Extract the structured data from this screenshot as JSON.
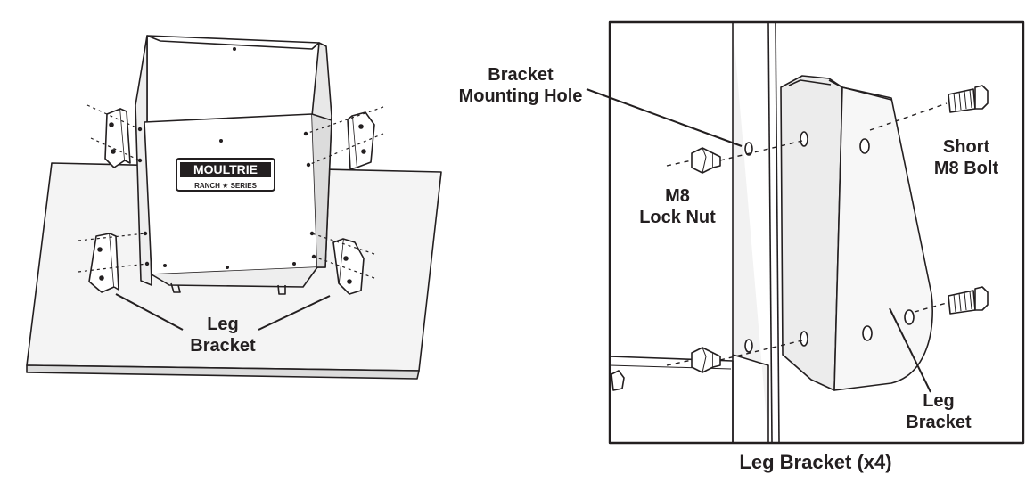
{
  "left_figure": {
    "logo_text": "MOULTRIE",
    "logo_subtext": "RANCH ★ SERIES",
    "label_leg_bracket": [
      "Leg",
      "Bracket"
    ]
  },
  "right_figure": {
    "label_mounting_hole": [
      "Bracket",
      "Mounting Hole"
    ],
    "label_lock_nut": [
      "M8",
      "Lock Nut"
    ],
    "label_short_bolt": [
      "Short",
      "M8 Bolt"
    ],
    "label_leg_bracket": [
      "Leg",
      "Bracket"
    ],
    "caption": "Leg Bracket (x4)"
  },
  "colors": {
    "line": "#231f20",
    "fill_light": "#f2f2f2",
    "fill_mid": "#e6e6e6"
  }
}
